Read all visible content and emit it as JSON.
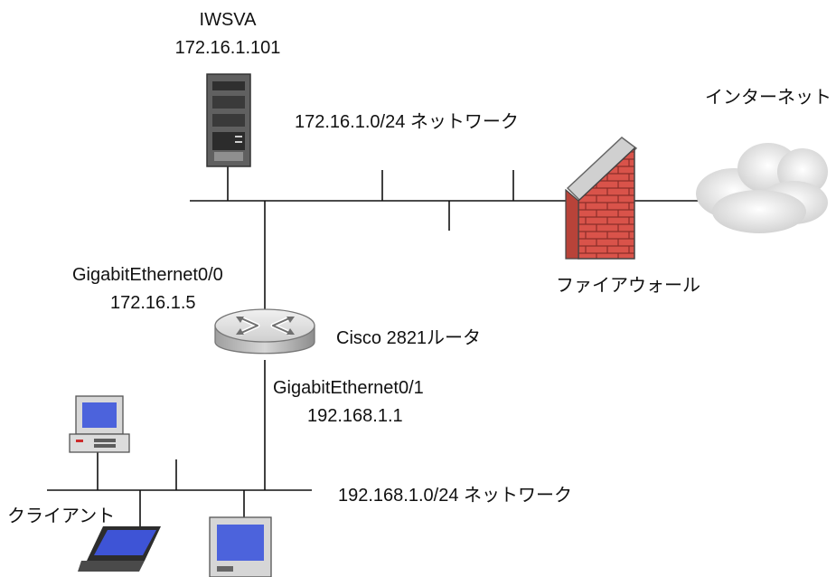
{
  "nodes": {
    "iwsva": {
      "name": "IWSVA",
      "ip": "172.16.1.101",
      "icon": "server-tower-icon"
    },
    "internet": {
      "label": "インターネット",
      "icon": "cloud-icon"
    },
    "firewall": {
      "label": "ファイアウォール",
      "icon": "brick-firewall-icon"
    },
    "router": {
      "label": "Cisco 2821ルータ",
      "icon": "router-icon",
      "upper_interface": "GigabitEthernet0/0",
      "upper_ip": "172.16.1.5",
      "lower_interface": "GigabitEthernet0/1",
      "lower_ip": "192.168.1.1"
    },
    "clients": {
      "label": "クライアント",
      "icons": [
        "desktop-pc-icon",
        "laptop-icon",
        "monitor-pc-icon"
      ]
    }
  },
  "networks": {
    "upper": "172.16.1.0/24 ネットワーク",
    "lower": "192.168.1.0/24 ネットワーク"
  },
  "colors": {
    "line": "#111111",
    "firewall_brick": "#d9534a",
    "cloud": "#d8d8d8",
    "router": "#b8b8b8",
    "screen": "#3a4fd0"
  }
}
